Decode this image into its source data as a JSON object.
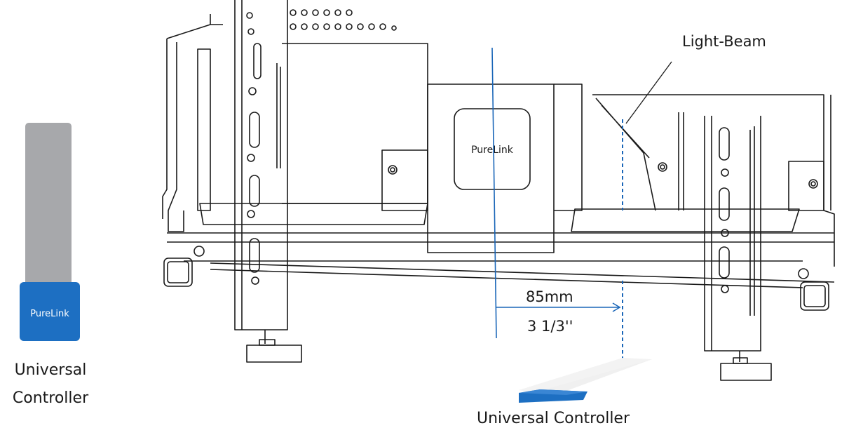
{
  "device_label": "Universal Controller",
  "side_label": {
    "line1": "Universal",
    "line2": "Controller"
  },
  "brand": "PureLink",
  "light_beam_label": "Light-Beam",
  "dimension": {
    "metric": "85mm",
    "imperial": "3 1/3''"
  },
  "colors": {
    "accent_blue": "#1a66b8",
    "controller_blue": "#1d6fc2",
    "stem_gray": "#a7a8ab",
    "line_black": "#1a1a1a"
  }
}
